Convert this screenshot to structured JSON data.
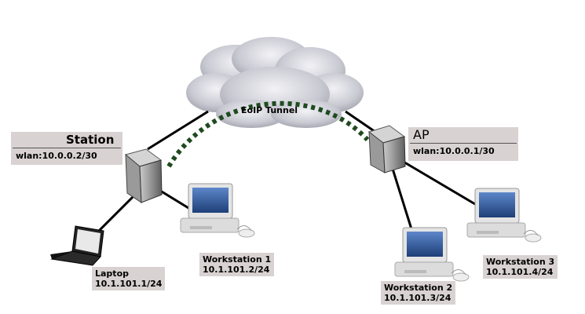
{
  "tunnel": {
    "label": "EoIP Tunnel",
    "color": "#1f4a1f"
  },
  "station": {
    "name": "Station",
    "wlan": "wlan:10.0.0.2/30"
  },
  "ap": {
    "name": "AP",
    "wlan": "wlan:10.0.0.1/30"
  },
  "hosts": {
    "laptop": {
      "name": "Laptop",
      "addr": "10.1.101.1/24"
    },
    "ws1": {
      "name": "Workstation 1",
      "addr": "10.1.101.2/24"
    },
    "ws2": {
      "name": "Workstation 2",
      "addr": "10.1.101.3/24"
    },
    "ws3": {
      "name": "Workstation 3",
      "addr": "10.1.101.4/24"
    }
  },
  "colors": {
    "label_bg": "#d9d2d2",
    "link": "#000000"
  }
}
